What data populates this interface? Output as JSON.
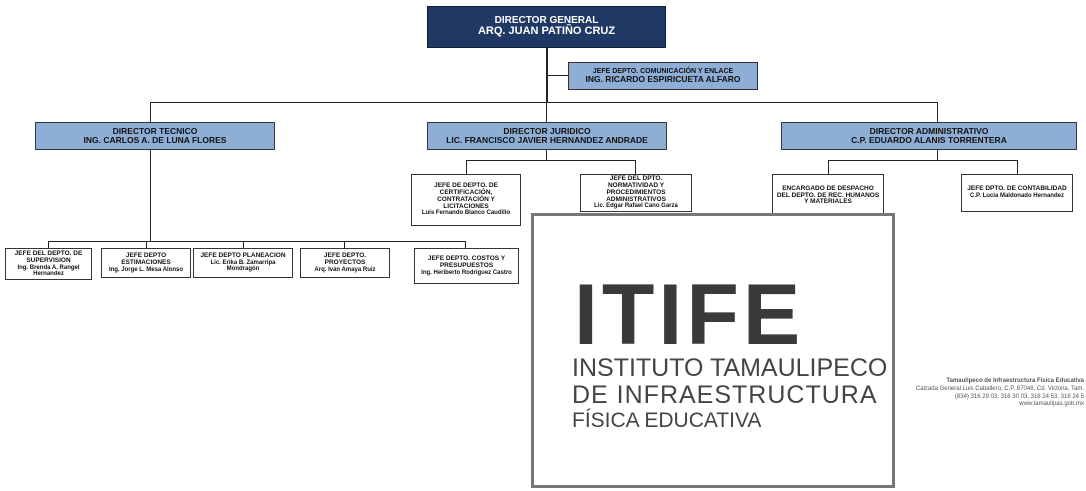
{
  "org": {
    "director_general": {
      "title": "DIRECTOR GENERAL",
      "name": "ARQ. JUAN PATIÑO CRUZ"
    },
    "comunicacion": {
      "title": "JEFE DEPTO. COMUNICACIÓN Y ENLACE",
      "name": "Ing. Ricardo Espiricueta Alfaro"
    },
    "director_tecnico": {
      "title": "DIRECTOR TECNICO",
      "name": "ING. CARLOS A. DE LUNA FLORES"
    },
    "director_juridico": {
      "title": "DIRECTOR JURIDICO",
      "name": "LIC. FRANCISCO JAVIER HERNANDEZ ANDRADE"
    },
    "director_administrativo": {
      "title": "DIRECTOR ADMINISTRATIVO",
      "name": "C.P. EDUARDO ALANIS TORRENTERA"
    },
    "certificacion": {
      "title": "JEFE DE DEPTO. DE CERTIFICACIÓN, CONTRATACIÓN Y LICITACIONES",
      "name": "Luis Fernando Blanco Caudillo"
    },
    "normatividad": {
      "title": "JEFE DEL DPTO. NORMATIVIDAD Y PROCEDIMIENTOS ADMINISTRATIVOS",
      "name": "Lic. Edgar Rafael Cano Garza"
    },
    "recursos_humanos": {
      "title": "ENCARGADO DE DESPACHO DEL DEPTO. DE REC. HUMANOS Y MATERIALES",
      "name": ""
    },
    "contabilidad": {
      "title": "JEFE DPTO. DE CONTABILIDAD",
      "name": "C.P. Lucia Maldonado Hernandez"
    },
    "supervision": {
      "title": "JEFE DEL DEPTO. DE SUPERVISION",
      "name": "Ing. Brenda A. Rangel Hernandez"
    },
    "estimaciones": {
      "title": "JEFE DEPTO ESTIMACIONES",
      "name": "Ing. Jorge L. Mesa Alonso"
    },
    "planeacion": {
      "title": "JEFE DEPTO PLANEACION",
      "name": "Lic. Erika B. Zamarripa Mondragón"
    },
    "proyectos": {
      "title": "JEFE DEPTO. PROYECTOS",
      "name": "Arq. Iván Amaya Ruiz"
    },
    "costos": {
      "title": "JEFE DEPTO. COSTOS Y PRESUPUESTOS",
      "name": "Ing. Heriberto Rodriguez Castro"
    }
  },
  "stamp": {
    "acronym": "ITIFE",
    "line1": "INSTITUTO TAMAULIPECO",
    "line2": "DE INFRAESTRUCTURA",
    "line3": "FÍSICA EDUCATIVA"
  },
  "side_info": {
    "title": "Tamaulipeco de Infraestructura Física Educativa",
    "address": "Calzada General Luis Caballero, C.P. 87048, Cd. Victoria, Tam.",
    "phone": "(834) 316 29 03, 316 30 03, 316 24 53, 316 24 5",
    "web": "www.tamaulipas.gob.mx"
  },
  "colors": {
    "dark_box": "#1f3864",
    "blue_box": "#8eaed6"
  }
}
